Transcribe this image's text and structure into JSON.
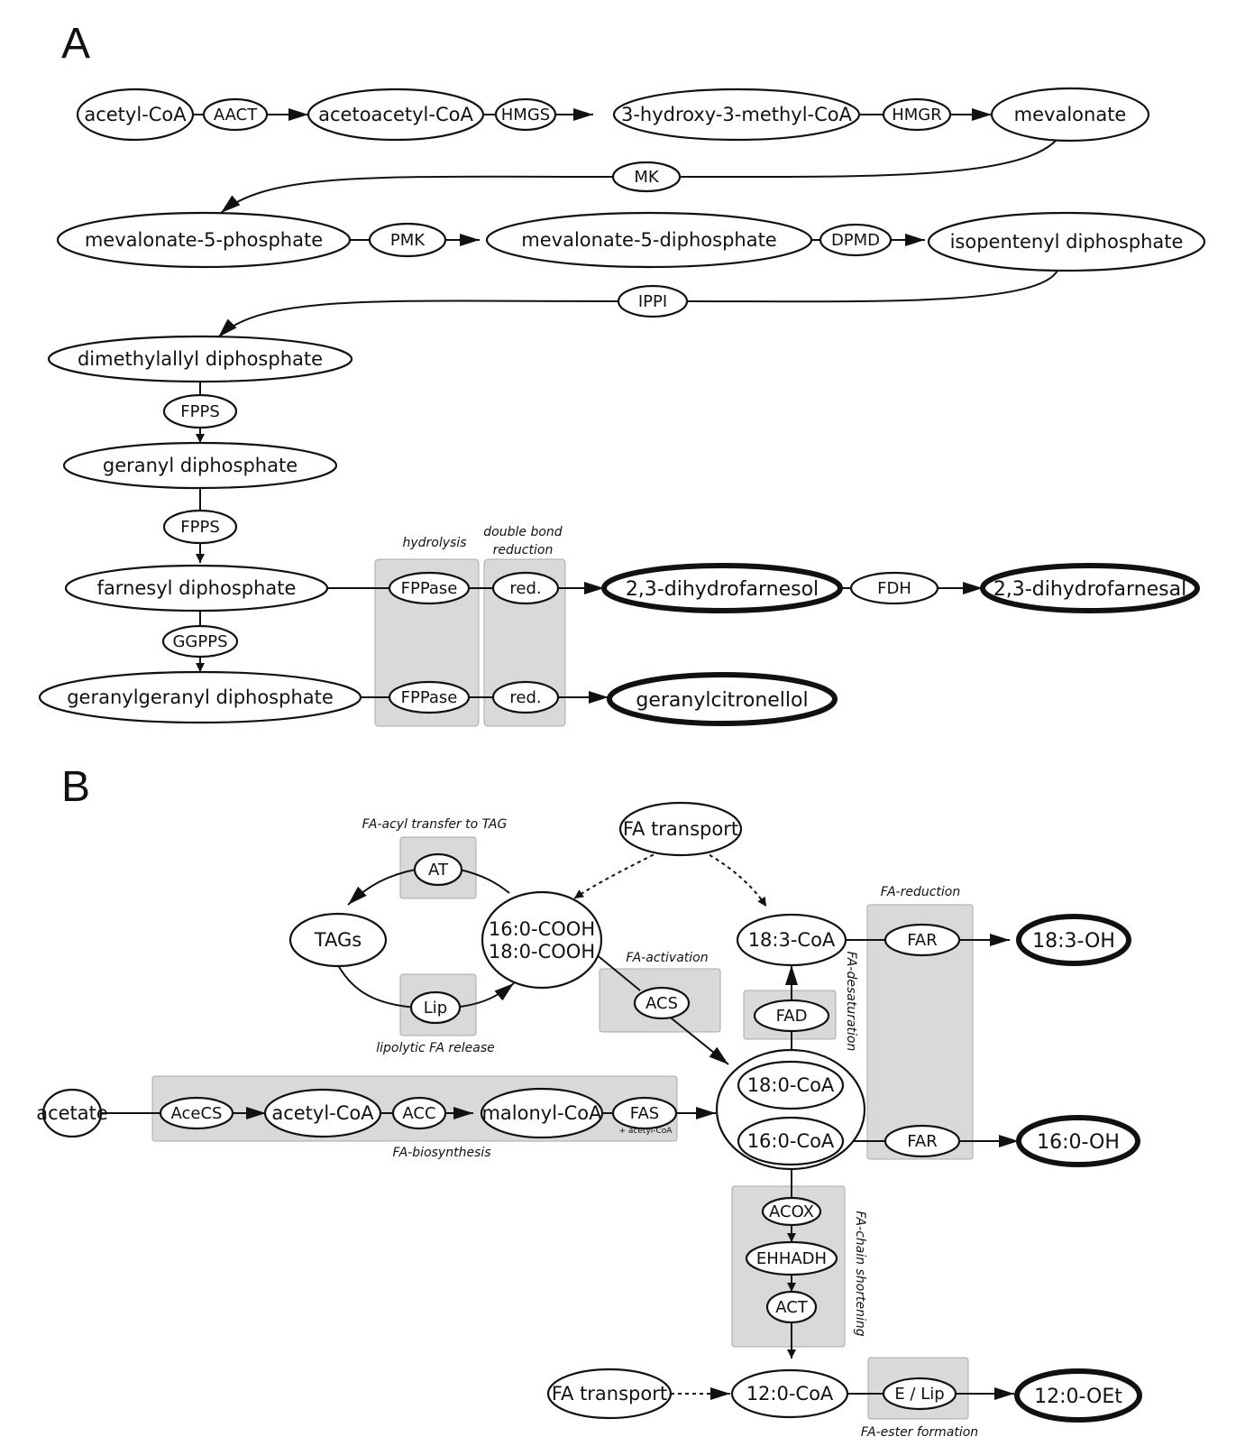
{
  "panels": {
    "a": "A",
    "b": "B"
  },
  "nodes": {
    "acetyl_coa_a": "acetyl-CoA",
    "aact": "AACT",
    "acetoacetyl_coa": "acetoacetyl-CoA",
    "hmgs": "HMGS",
    "hmg_coa": "3-hydroxy-3-methyl-CoA",
    "hmgr": "HMGR",
    "mevalonate": "mevalonate",
    "mk": "MK",
    "mev5p": "mevalonate-5-phosphate",
    "pmk": "PMK",
    "mev5pp": "mevalonate-5-diphosphate",
    "dpmd": "DPMD",
    "ipp": "isopentenyl diphosphate",
    "ippi": "IPPI",
    "dmapp": "dimethylallyl diphosphate",
    "fpps1": "FPPS",
    "gpp": "geranyl diphosphate",
    "fpps2": "FPPS",
    "fpp": "farnesyl diphosphate",
    "ggpps": "GGPPS",
    "ggpp": "geranylgeranyl diphosphate",
    "fppase1": "FPPase",
    "red1": "red.",
    "dhfol": "2,3-dihydrofarnesol",
    "fdh": "FDH",
    "dhfal": "2,3-dihydrofarnesal",
    "fppase2": "FPPase",
    "red2": "red.",
    "ggcitronellol": "geranylcitronellol",
    "fa_transport_top": "FA transport",
    "at": "AT",
    "tags": "TAGs",
    "ffa_1": "16:0-COOH",
    "ffa_2": "18:0-COOH",
    "lip": "Lip",
    "acs": "ACS",
    "c18_3_coa": "18:3-CoA",
    "far1": "FAR",
    "c18_3_oh": "18:3-OH",
    "fad": "FAD",
    "acetate": "acetate",
    "acecs": "AceCS",
    "acetyl_coa_b": "acetyl-CoA",
    "acc": "ACC",
    "malonyl_coa": "malonyl-CoA",
    "fas": "FAS",
    "c18_0_coa": "18:0-CoA",
    "c16_0_coa": "16:0-CoA",
    "far2": "FAR",
    "c16_0_oh": "16:0-OH",
    "acox": "ACOX",
    "ehhadh": "EHHADH",
    "act": "ACT",
    "fa_transport_bottom": "FA transport",
    "c12_0_coa": "12:0-CoA",
    "e_lip": "E / Lip",
    "c12_0_oet": "12:0-OEt"
  },
  "boxes": {
    "hydrolysis": "hydrolysis",
    "dbr_1": "double bond",
    "dbr_2": "reduction",
    "acyl_transfer": "FA-acyl transfer to TAG",
    "lipolytic": "lipolytic FA release",
    "activation": "FA-activation",
    "reduction": "FA-reduction",
    "desaturation": "FA-desaturation",
    "biosynthesis": "FA-biosynthesis",
    "chain_shortening": "FA-chain shortening",
    "ester_formation": "FA-ester formation",
    "fas_note": "+ acetyl-CoA"
  }
}
